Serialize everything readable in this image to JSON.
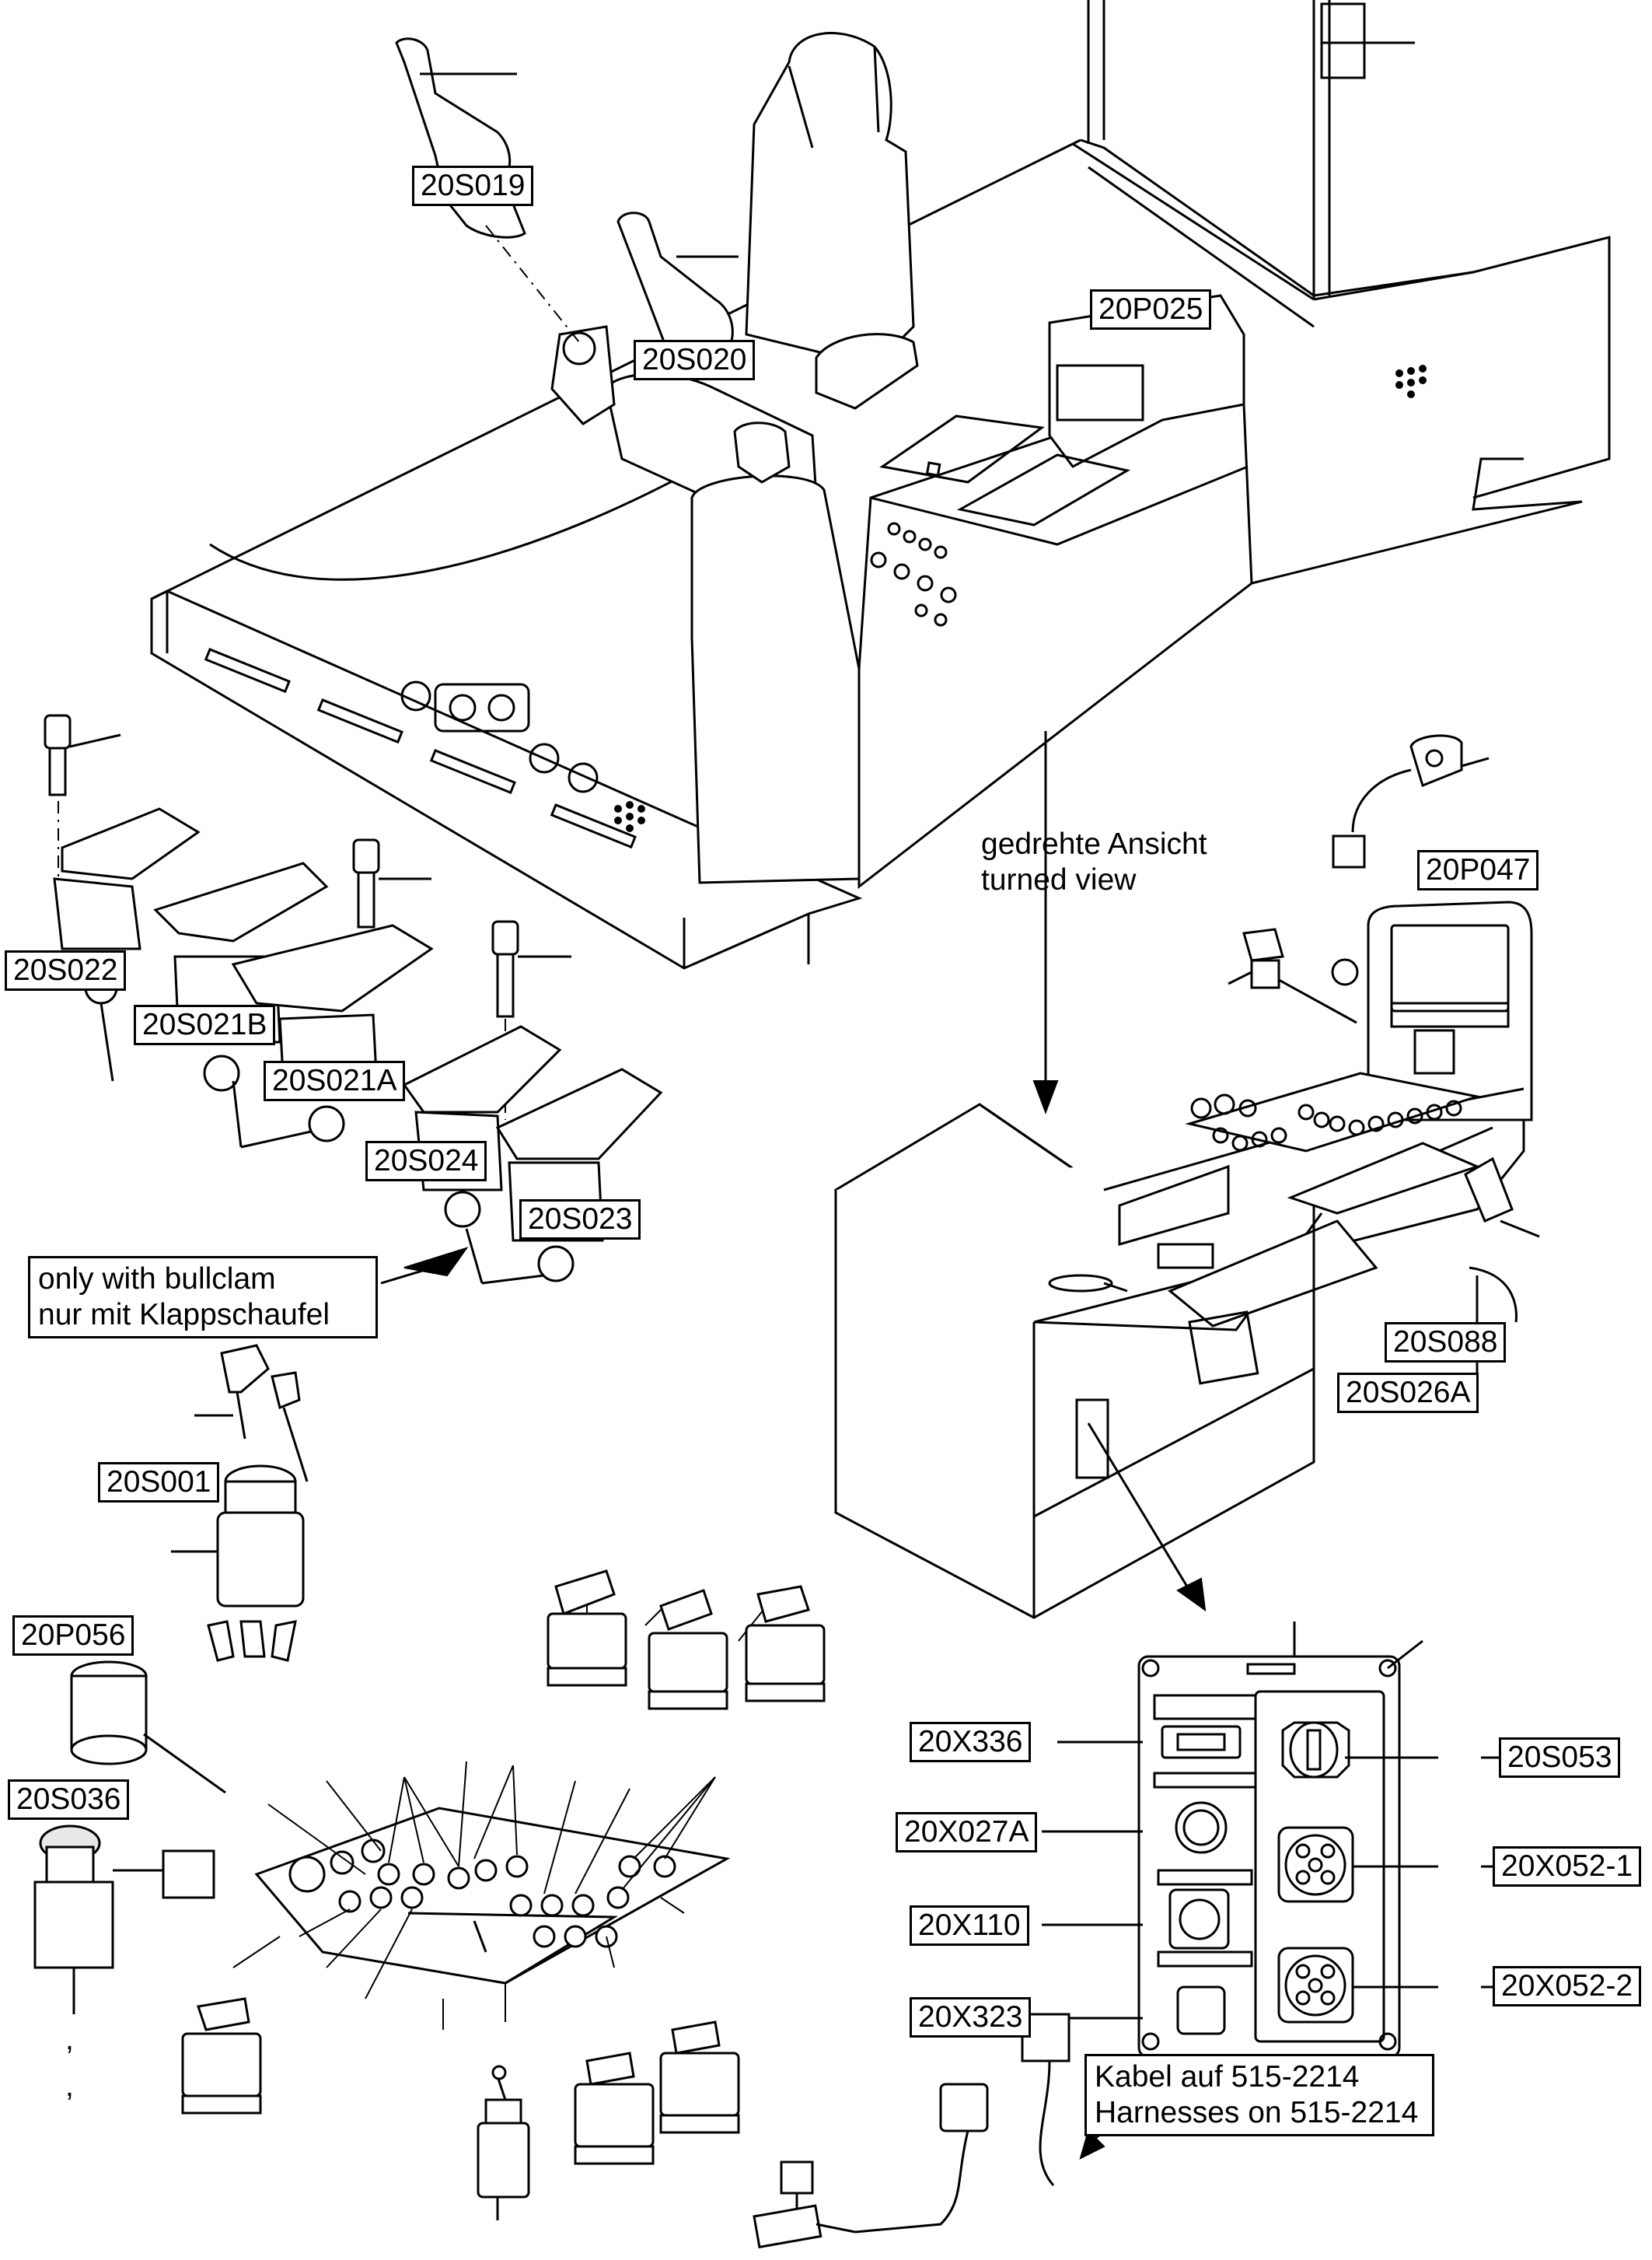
{
  "labels": {
    "s019": "20S019",
    "s020": "20S020",
    "p025": "20P025",
    "s022": "20S022",
    "s021b": "20S021B",
    "s021a": "20S021A",
    "s024": "20S024",
    "s023": "20S023",
    "p047": "20P047",
    "s088": "20S088",
    "s026a": "20S026A",
    "s001": "20S001",
    "p056": "20P056",
    "s036": "20S036",
    "x336": "20X336",
    "x027a": "20X027A",
    "x110": "20X110",
    "x323": "20X323",
    "s053": "20S053",
    "x052_1": "20X052-1",
    "x052_2": "20X052-2"
  },
  "notes": {
    "bullclam_line1": "only with bullclam",
    "bullclam_line2": "nur mit Klappschaufel",
    "turned_line1": "gedrehte Ansicht",
    "turned_line2": "turned view",
    "harness_line1": "Kabel  auf 515-2214",
    "harness_line2": "Harnesses on 515-2214"
  },
  "marks": {
    "comma_1": ",",
    "comma_2": ","
  }
}
